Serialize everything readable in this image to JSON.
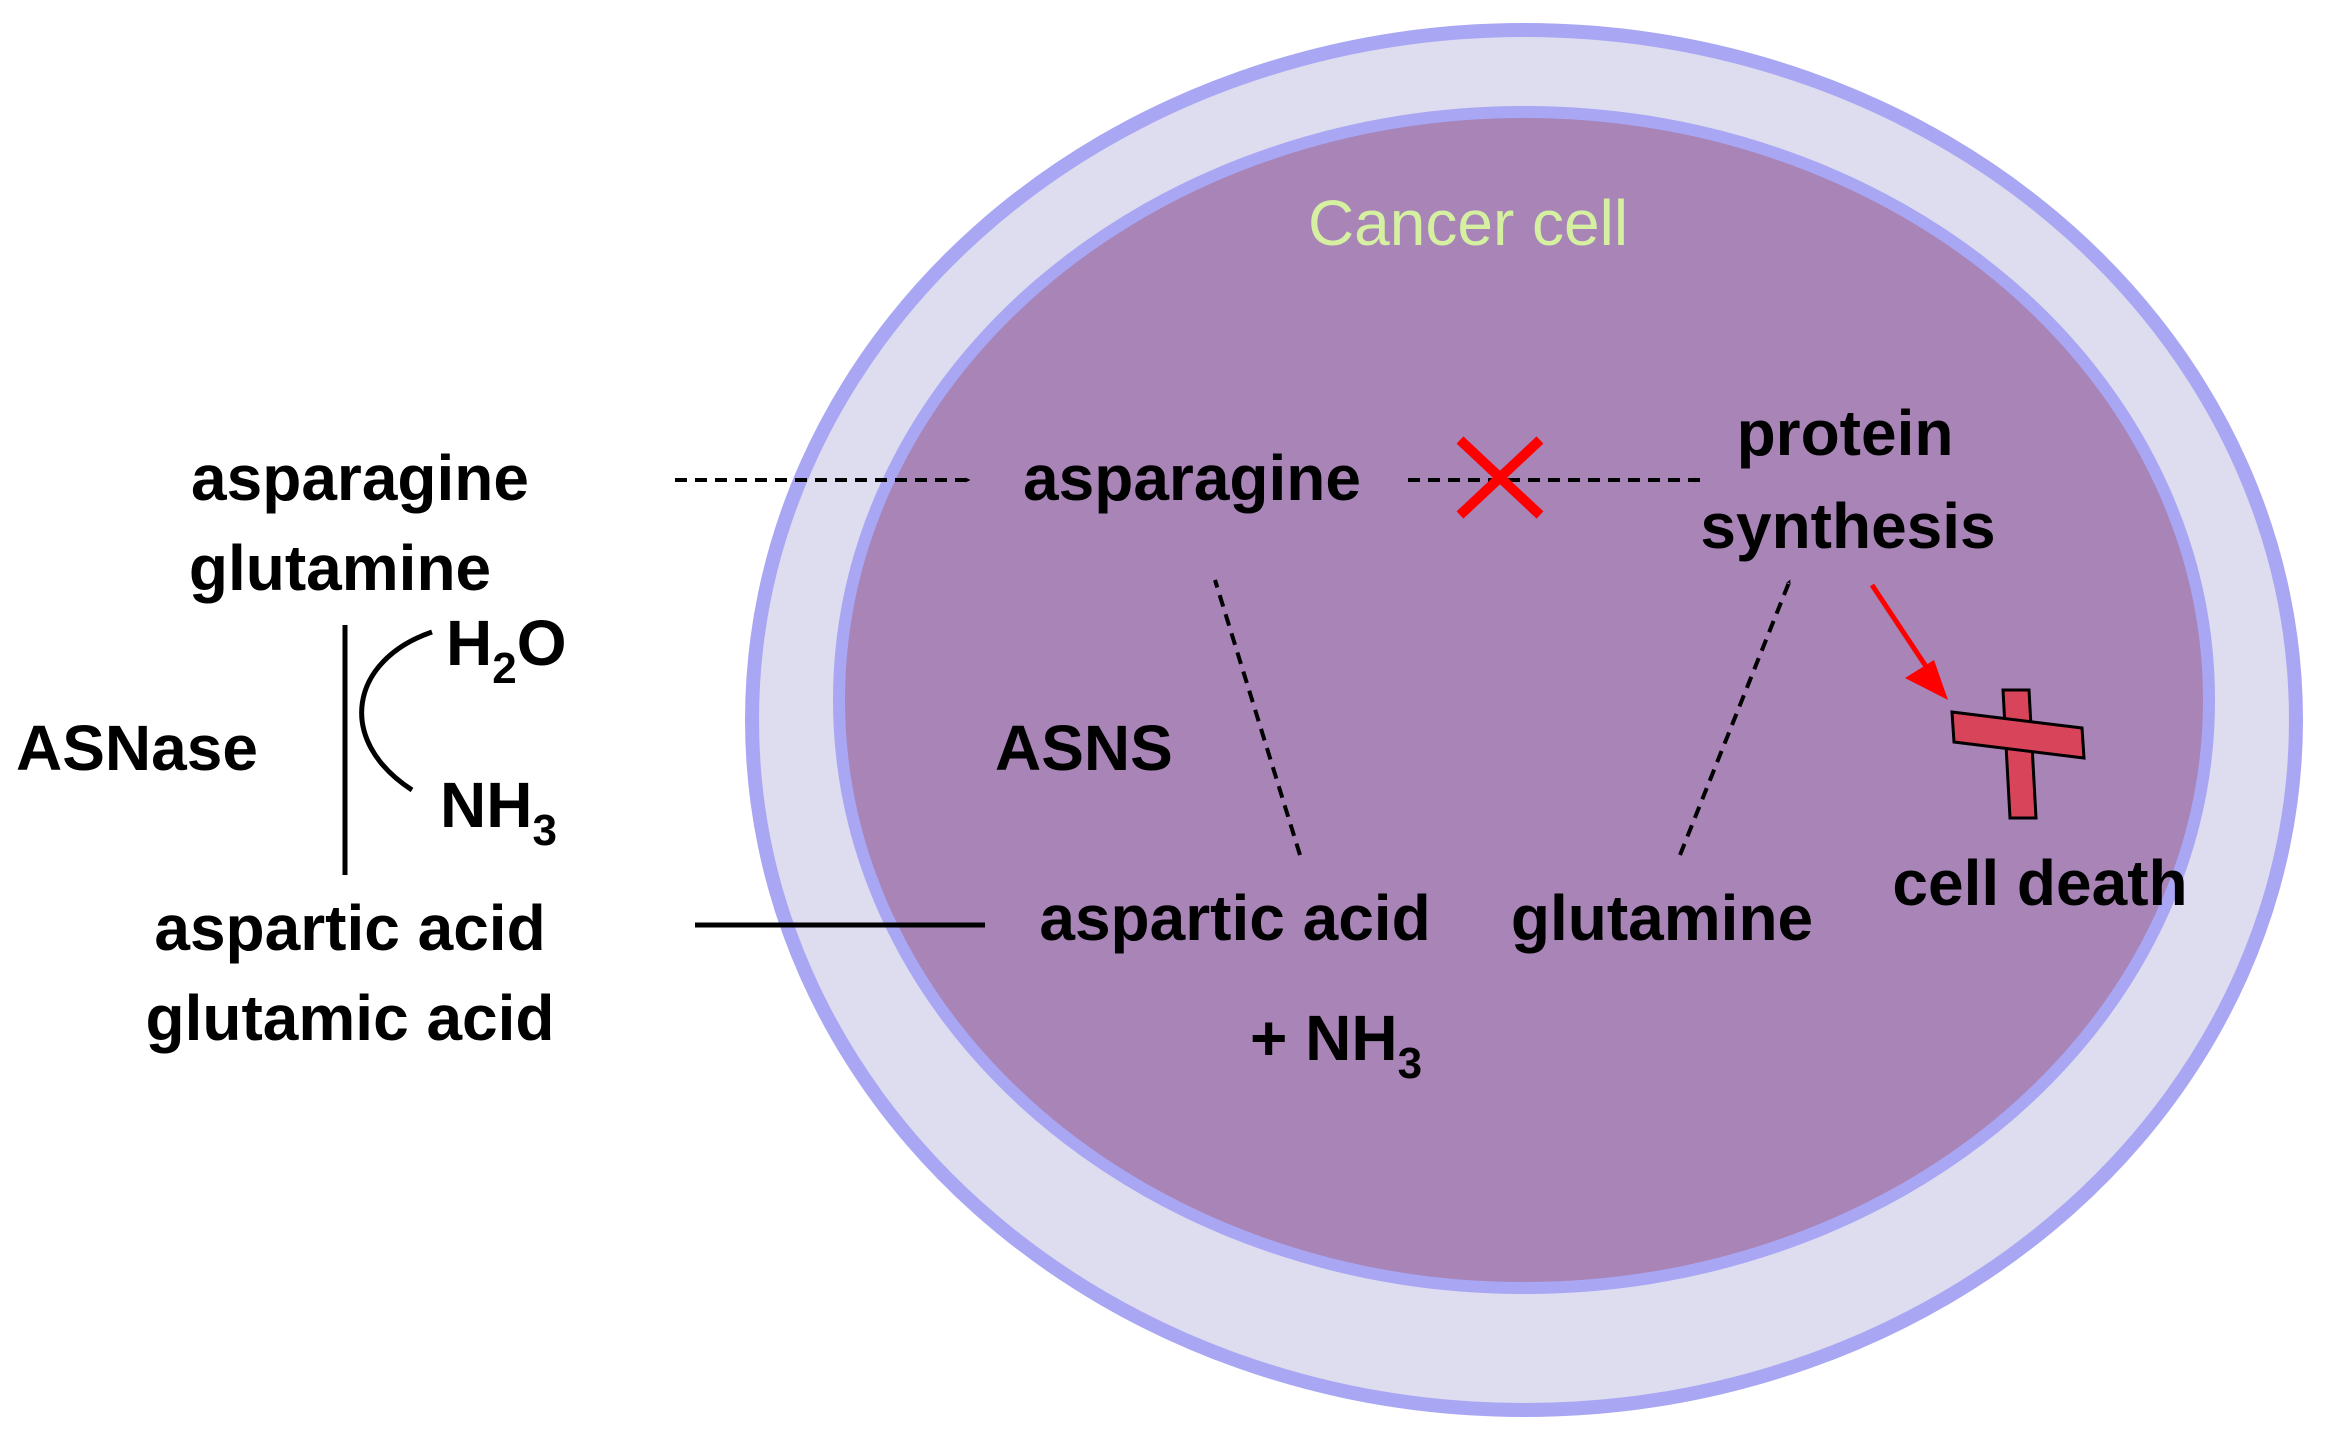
{
  "colors": {
    "outer_membrane_fill": "#dedcef",
    "outer_membrane_stroke": "#a9a6f3",
    "cytoplasm_fill": "#a884b7",
    "cytoplasm_stroke": "#a9a6f3",
    "cell_title_color": "#d4f0a0",
    "inhibit_color": "#ff0000",
    "death_symbol_fill": "#d8455a",
    "text_color": "#000000"
  },
  "cell": {
    "title": "Cancer cell"
  },
  "extracellular": {
    "substrate_line1": "asparagine",
    "substrate_line2": "glutamine",
    "water_prefix": "H",
    "water_subscript": "2",
    "water_suffix": "O",
    "enzyme": "ASNase",
    "ammonia_prefix": "NH",
    "ammonia_subscript": "3",
    "product_line1": "aspartic acid",
    "product_line2": "glutamic acid"
  },
  "intracellular": {
    "asparagine": "asparagine",
    "protein_line1": "protein",
    "protein_line2": "synthesis",
    "enzyme": "ASNS",
    "aspartic_acid": "aspartic acid",
    "glutamine": "glutamine",
    "plus_ammonia_prefix": "+ NH",
    "plus_ammonia_subscript": "3",
    "cell_death": "cell death"
  },
  "icons": {
    "block": "red-x-icon",
    "death": "cross-icon"
  }
}
